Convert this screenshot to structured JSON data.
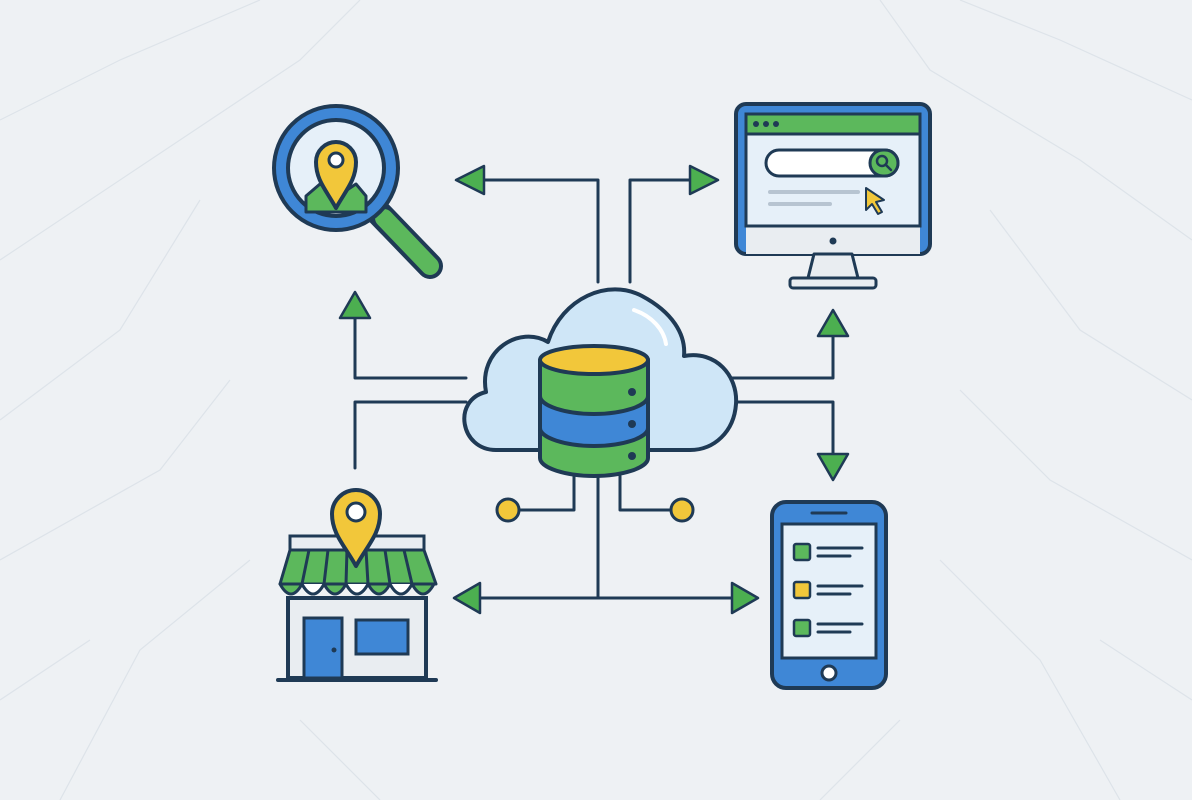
{
  "colors": {
    "background": "#eef1f4",
    "stroke": "#1f3a55",
    "green": "#5cb85c",
    "arrow_green": "#4caf50",
    "blue": "#3f87d6",
    "light_blue": "#cfe6f7",
    "yellow": "#f2c73a",
    "white": "#ffffff",
    "screen_fill": "#e6f0f9"
  },
  "diagram": {
    "center_node": {
      "name": "cloud-database",
      "icons": [
        "cloud-icon",
        "database-icon"
      ]
    },
    "nodes": [
      {
        "name": "location-search",
        "icon": "map-pin-magnifier-icon"
      },
      {
        "name": "website",
        "icon": "desktop-monitor-icon"
      },
      {
        "name": "local-store",
        "icon": "storefront-icon"
      },
      {
        "name": "mobile-app",
        "icon": "smartphone-icon"
      }
    ],
    "connectors": [
      {
        "from": "cloud-database",
        "to": "location-search",
        "direction": "outbound"
      },
      {
        "from": "cloud-database",
        "to": "website",
        "direction": "outbound"
      },
      {
        "from": "local-store",
        "to": "cloud-database",
        "direction": "inbound"
      },
      {
        "from": "cloud-database",
        "to": "mobile-app",
        "direction": "outbound"
      },
      {
        "from": "cloud-database",
        "to": "local-store",
        "direction": "outbound"
      }
    ]
  }
}
